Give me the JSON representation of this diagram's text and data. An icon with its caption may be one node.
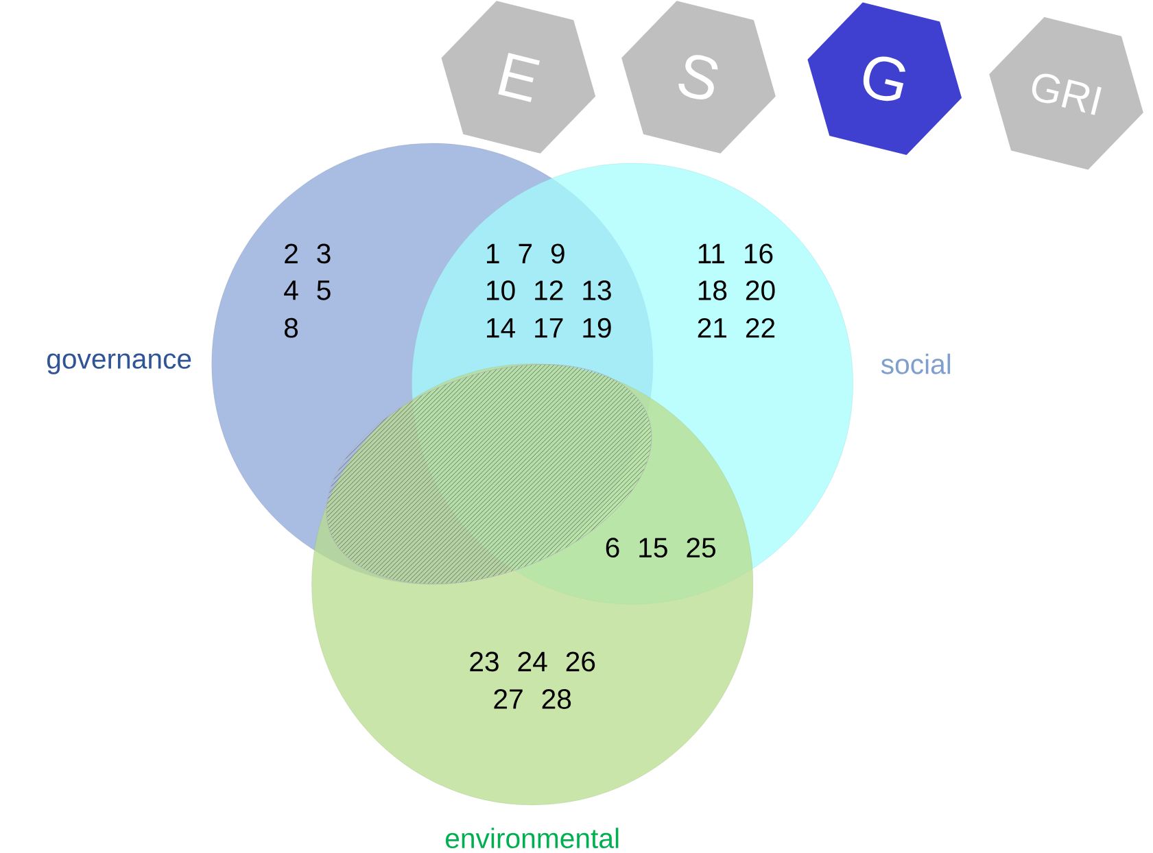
{
  "diagram": {
    "nodes": [
      {
        "text": [
          "E"
        ]
      },
      {
        "text": [
          "S"
        ]
      },
      {
        "text": [
          "G"
        ]
      },
      {
        "text": [
          "GRI"
        ]
      },
      {
        "text": [
          "governance"
        ]
      },
      {
        "text": [
          "social"
        ]
      },
      {
        "text": [
          "environmental"
        ]
      },
      {
        "text": [],
        "shape": "ellipse"
      }
    ],
    "labels": [
      "2 3",
      "4 5",
      "8",
      "1 7 9",
      "10 12 13",
      "14 17 19",
      "11 16",
      "18 20",
      "21 22",
      "6 15 25",
      "23 24 26",
      "27 28"
    ]
  }
}
